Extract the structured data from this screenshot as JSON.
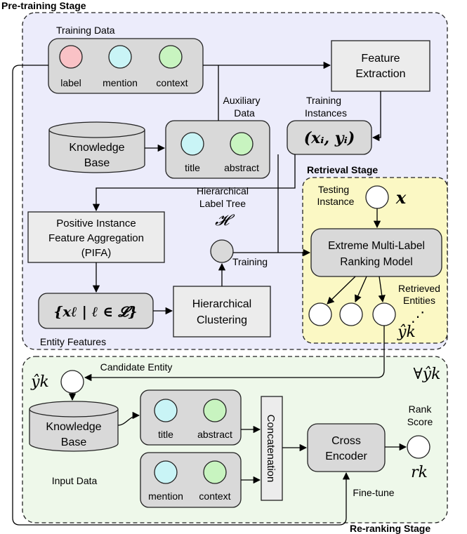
{
  "stages": {
    "pretraining": "Pre-training Stage",
    "retrieval": "Retrieval Stage",
    "reranking": "Re-ranking Stage"
  },
  "training_data": {
    "title": "Training Data",
    "label": "label",
    "mention": "mention",
    "context": "context"
  },
  "feature_extraction": {
    "line1": "Feature",
    "line2": "Extraction"
  },
  "auxiliary": {
    "line1": "Auxiliary",
    "line2": "Data"
  },
  "training_instances": {
    "line1": "Training",
    "line2": "Instances",
    "math": "(xᵢ, yᵢ)"
  },
  "knowledge_base": {
    "line1": "Knowledge",
    "line2": "Base"
  },
  "aux_title": "title",
  "aux_abstract": "abstract",
  "pifa": {
    "line1": "Positive Instance",
    "line2": "Feature Aggregation",
    "line3": "(PIFA)"
  },
  "hlt": {
    "line1": "Hierarchical",
    "line2": "Label Tree",
    "symbol": "𝓗"
  },
  "training_label": "Training",
  "entity_features": {
    "math": "{xℓ | ℓ ∈ 𝓛}",
    "label": "Entity Features"
  },
  "clustering": {
    "line1": "Hierarchical",
    "line2": "Clustering"
  },
  "testing": {
    "line1": "Testing",
    "line2": "Instance",
    "symbol": "x"
  },
  "xmr": {
    "line1": "Extreme Multi-Label",
    "line2": "Ranking Model"
  },
  "retrieved": {
    "line1": "Retrieved",
    "line2": "Entities",
    "symbol": "ŷk",
    "dots": "⋰"
  },
  "candidate": {
    "label": "Candidate Entity",
    "symbol": "ŷk",
    "forall": "∀ŷk"
  },
  "kb2": {
    "line1": "Knowledge",
    "line2": "Base",
    "title": "title",
    "abstract": "abstract"
  },
  "input_data": {
    "label": "Input Data",
    "mention": "mention",
    "context": "context"
  },
  "concatenation": "Concatenation",
  "cross_encoder": {
    "line1": "Cross",
    "line2": "Encoder"
  },
  "rank": {
    "line1": "Rank",
    "line2": "Score",
    "symbol": "rk"
  },
  "finetune": "Fine-tune",
  "colors": {
    "pretrain_bg": "#ececfb",
    "retrieval_bg": "#fbf8c4",
    "rerank_bg": "#eef8ea",
    "box_gray": "#d9d9d9",
    "box_light": "#ececec",
    "red_circle": "#f9c2c6",
    "cyan_circle": "#c9f4f6",
    "green_circle": "#c8f4c0"
  }
}
